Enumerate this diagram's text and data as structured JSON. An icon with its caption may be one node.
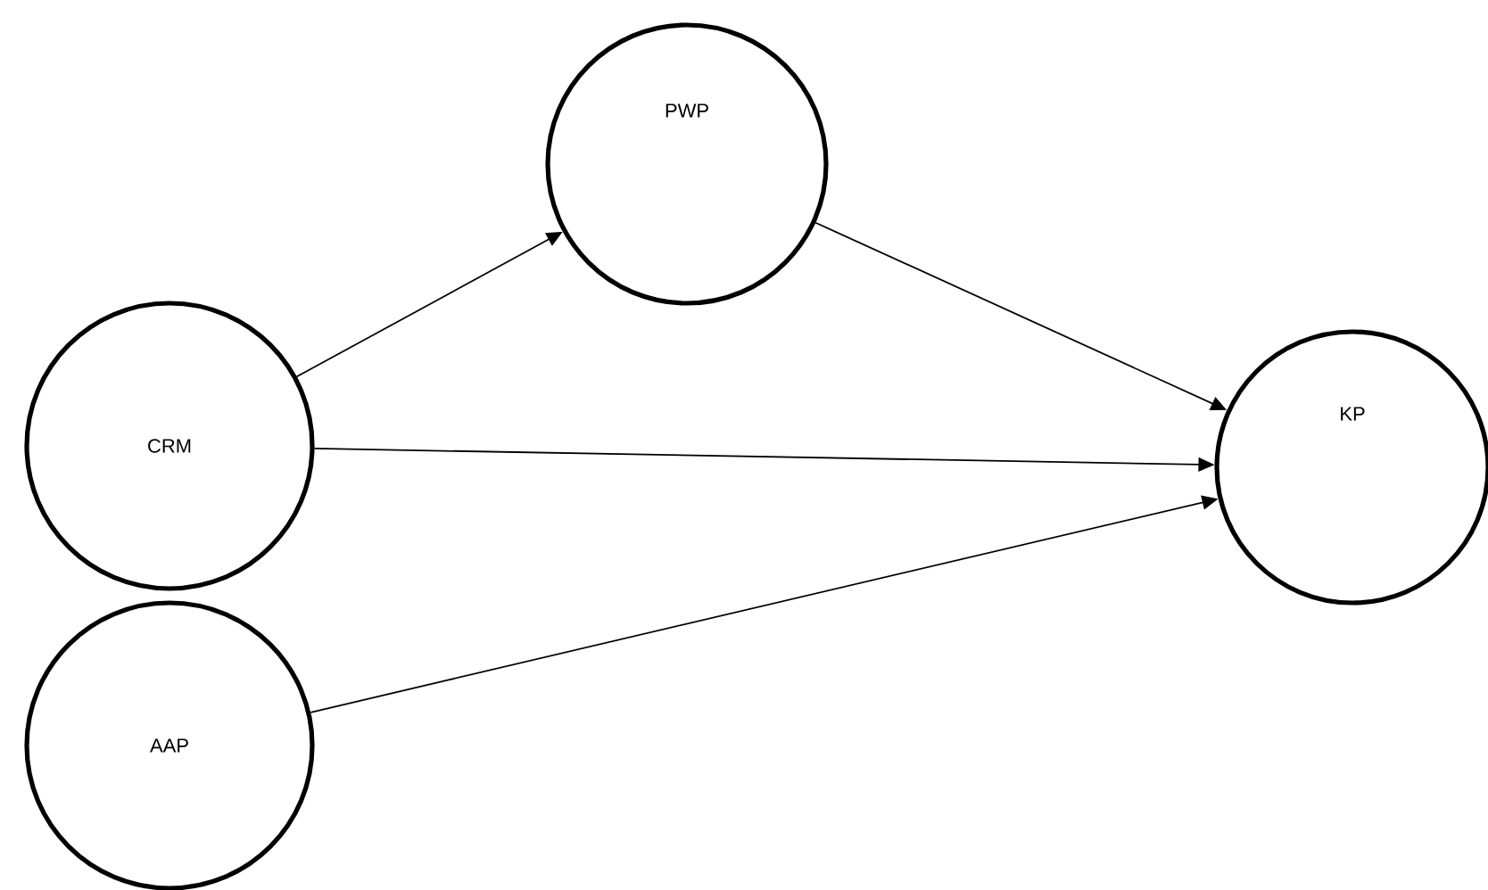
{
  "diagram": {
    "nodes": [
      {
        "text": [
          "CRM"
        ]
      },
      {
        "text": [
          "PWP"
        ]
      },
      {
        "text": [
          "KP"
        ]
      },
      {
        "text": [
          "AAP"
        ]
      }
    ],
    "edges": [
      {
        "from": 0,
        "to": 1,
        "arrow": "to"
      },
      {
        "from": 1,
        "to": 2,
        "arrow": "to"
      },
      {
        "from": 0,
        "to": 2,
        "arrow": "to"
      },
      {
        "from": 3,
        "to": 2,
        "arrow": "to"
      }
    ]
  }
}
